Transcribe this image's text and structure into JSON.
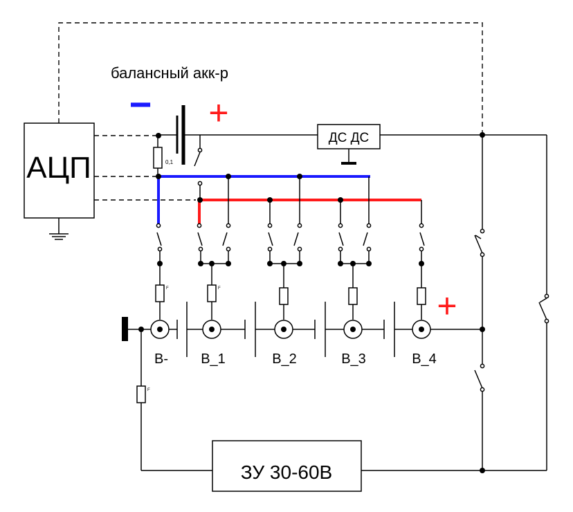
{
  "labels": {
    "balance_battery": "балансный акк-р",
    "adc": "АЦП",
    "dcdc": "ДС ДС",
    "charger": "ЗУ 30-60В",
    "shunt": "0,1",
    "fuse_mark": "F",
    "terminal_b_minus": "B-",
    "terminal_b1": "B_1",
    "terminal_b2": "B_2",
    "terminal_b3": "B_3",
    "terminal_b4": "B_4",
    "minus_sign": "−",
    "plus_sign": "+"
  },
  "colors": {
    "negative_bus": "#1a1aff",
    "positive_bus": "#ff1a1a",
    "wire": "#000000"
  }
}
